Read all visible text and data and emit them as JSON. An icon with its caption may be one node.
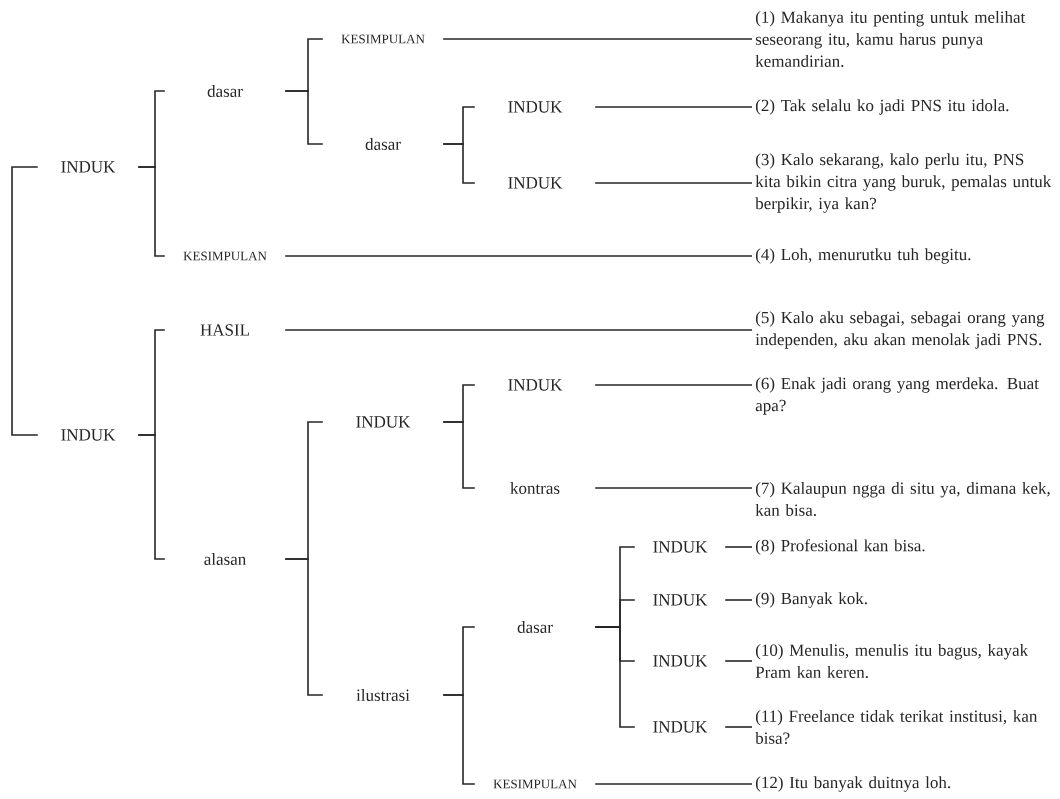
{
  "diagram": {
    "nodes": [
      {
        "text": [
          "INDUK"
        ]
      },
      {
        "text": [
          "dasar"
        ]
      },
      {
        "text": [
          "KESIMPULAN"
        ]
      },
      {
        "text": [
          "(1) Makanya itu penting untuk melihat seseorang itu, kamu harus punya kemandirian."
        ]
      },
      {
        "text": [
          "dasar"
        ]
      },
      {
        "text": [
          "INDUK"
        ]
      },
      {
        "text": [
          "(2) Tak selalu ko jadi PNS itu idola."
        ]
      },
      {
        "text": [
          "INDUK"
        ]
      },
      {
        "text": [
          "(3) Kalo sekarang, kalo perlu itu, PNS kita bikin citra yang buruk, pemalas untuk berpikir, iya kan?"
        ]
      },
      {
        "text": [
          "KESIMPULAN"
        ]
      },
      {
        "text": [
          "(4) Loh, menurutku tuh begitu."
        ]
      },
      {
        "text": [
          "INDUK"
        ]
      },
      {
        "text": [
          "HASIL"
        ]
      },
      {
        "text": [
          "(5) Kalo aku sebagai, sebagai orang yang independen, aku akan menolak jadi PNS."
        ]
      },
      {
        "text": [
          "alasan"
        ]
      },
      {
        "text": [
          "INDUK"
        ]
      },
      {
        "text": [
          "INDUK"
        ]
      },
      {
        "text": [
          "(6) Enak jadi orang yang merdeka. Buat apa?"
        ]
      },
      {
        "text": [
          "kontras"
        ]
      },
      {
        "text": [
          "(7) Kalaupun ngga di situ ya, dimana kek, kan bisa."
        ]
      },
      {
        "text": [
          "ilustrasi"
        ]
      },
      {
        "text": [
          "dasar"
        ]
      },
      {
        "text": [
          "INDUK"
        ]
      },
      {
        "text": [
          "(8) Profesional kan bisa."
        ]
      },
      {
        "text": [
          "INDUK"
        ]
      },
      {
        "text": [
          "(9) Banyak kok."
        ]
      },
      {
        "text": [
          "INDUK"
        ]
      },
      {
        "text": [
          "(10) Menulis, menulis itu bagus, kayak Pram kan keren."
        ]
      },
      {
        "text": [
          "INDUK"
        ]
      },
      {
        "text": [
          "(11) Freelance tidak terikat institusi, kan bisa?"
        ]
      },
      {
        "text": [
          "KESIMPULAN"
        ]
      },
      {
        "text": [
          "(12) Itu banyak duitnya loh."
        ]
      }
    ],
    "edges": [
      {
        "from": 0,
        "to": 11,
        "arrow": "none"
      },
      {
        "from": 0,
        "to": 1,
        "arrow": "none"
      },
      {
        "from": 0,
        "to": 9,
        "arrow": "none"
      },
      {
        "from": 1,
        "to": 2,
        "arrow": "none"
      },
      {
        "from": 1,
        "to": 4,
        "arrow": "none"
      },
      {
        "from": 4,
        "to": 5,
        "arrow": "none"
      },
      {
        "from": 4,
        "to": 7,
        "arrow": "none"
      },
      {
        "from": 11,
        "to": 12,
        "arrow": "none"
      },
      {
        "from": 11,
        "to": 14,
        "arrow": "none"
      },
      {
        "from": 14,
        "to": 15,
        "arrow": "none"
      },
      {
        "from": 14,
        "to": 20,
        "arrow": "none"
      },
      {
        "from": 15,
        "to": 16,
        "arrow": "none"
      },
      {
        "from": 15,
        "to": 18,
        "arrow": "none"
      },
      {
        "from": 20,
        "to": 21,
        "arrow": "none"
      },
      {
        "from": 20,
        "to": 30,
        "arrow": "none"
      },
      {
        "from": 21,
        "to": 22,
        "arrow": "none"
      },
      {
        "from": 21,
        "to": 24,
        "arrow": "none"
      },
      {
        "from": 21,
        "to": 26,
        "arrow": "none"
      },
      {
        "from": 21,
        "to": 28,
        "arrow": "none"
      },
      {
        "from": 2,
        "to": 3,
        "arrow": "none"
      },
      {
        "from": 5,
        "to": 6,
        "arrow": "none"
      },
      {
        "from": 7,
        "to": 8,
        "arrow": "none"
      },
      {
        "from": 9,
        "to": 10,
        "arrow": "none"
      },
      {
        "from": 12,
        "to": 13,
        "arrow": "none"
      },
      {
        "from": 16,
        "to": 17,
        "arrow": "none"
      },
      {
        "from": 18,
        "to": 19,
        "arrow": "none"
      },
      {
        "from": 22,
        "to": 23,
        "arrow": "none"
      },
      {
        "from": 24,
        "to": 25,
        "arrow": "none"
      },
      {
        "from": 26,
        "to": 27,
        "arrow": "none"
      },
      {
        "from": 28,
        "to": 29,
        "arrow": "none"
      },
      {
        "from": 30,
        "to": 31,
        "arrow": "none"
      }
    ]
  }
}
